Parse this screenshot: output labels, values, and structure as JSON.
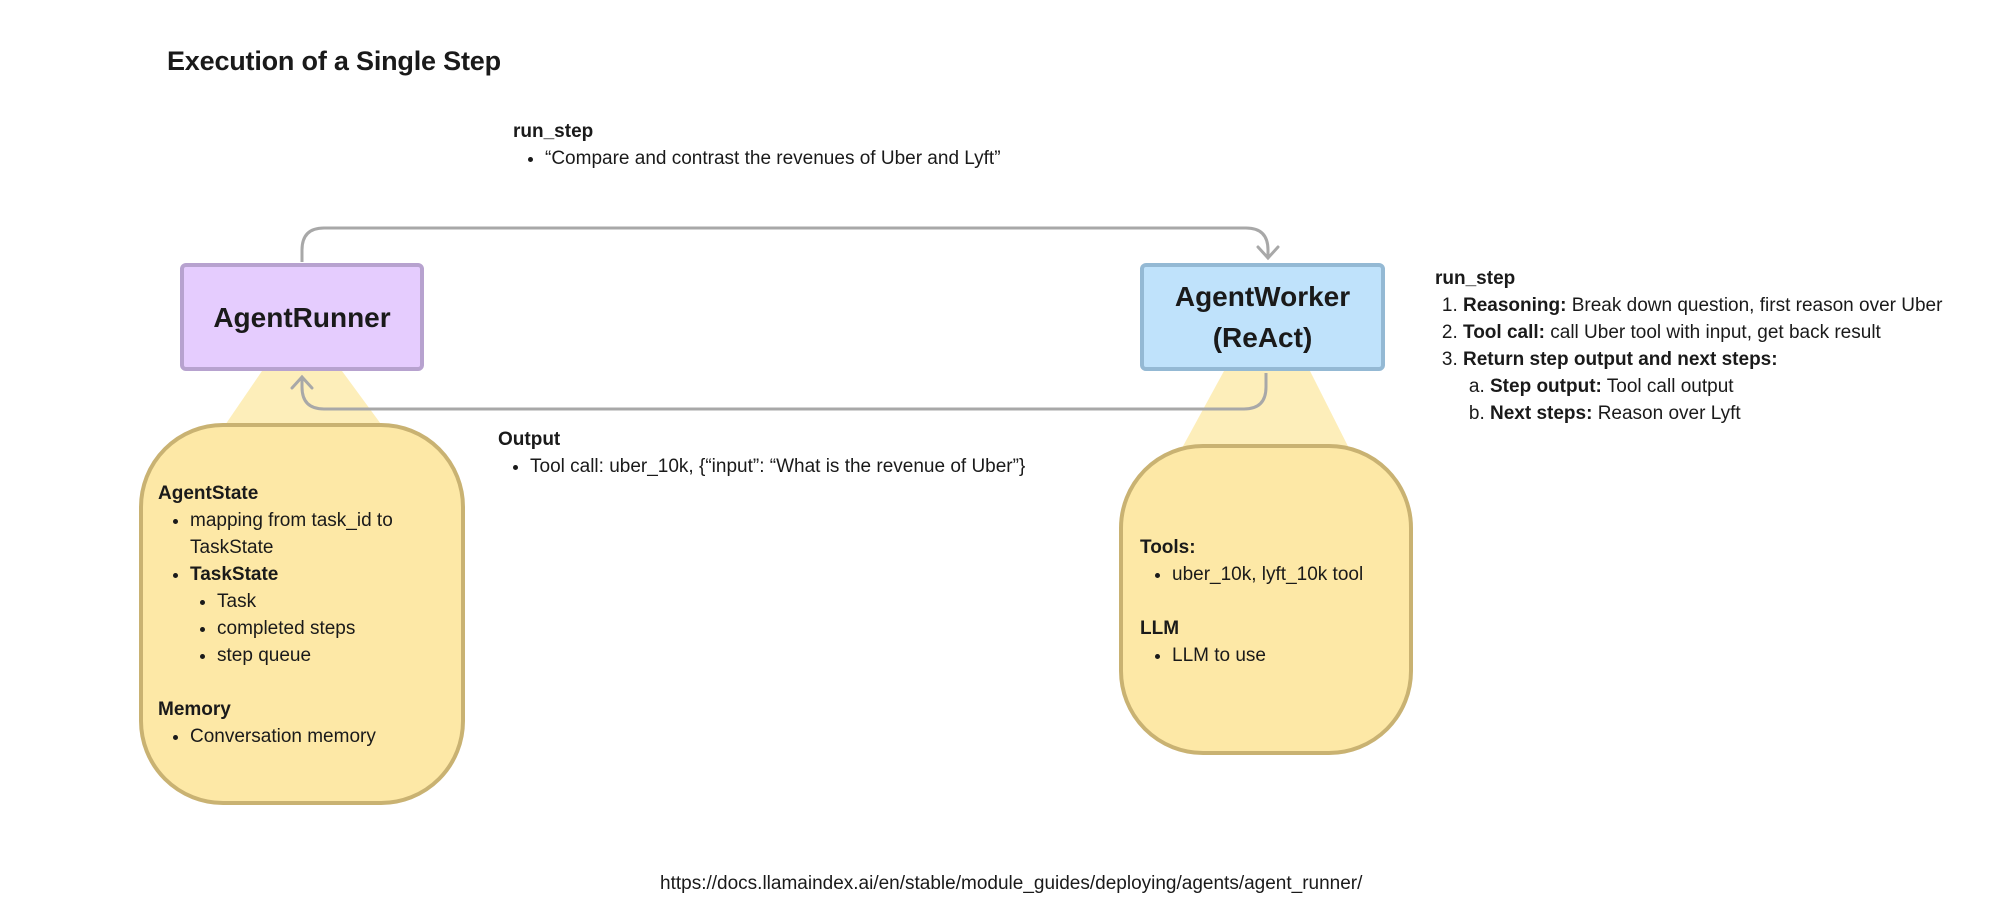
{
  "title": "Execution of a Single Step",
  "nodes": {
    "runner": "AgentRunner",
    "worker_line1": "AgentWorker",
    "worker_line2": "(ReAct)"
  },
  "top_note": {
    "heading": "run_step",
    "items": [
      "“Compare and contrast the revenues of Uber and Lyft”"
    ]
  },
  "output_note": {
    "heading": "Output",
    "items": [
      "Tool call: uber_10k, {“input”: “What is the revenue of Uber”}"
    ]
  },
  "runner_bubble": {
    "state_heading": "AgentState",
    "mapping": "mapping from task_id to TaskState",
    "taskstate": "TaskState",
    "task_items": [
      "Task",
      "completed steps",
      "step queue"
    ],
    "memory_heading": "Memory",
    "memory_items": [
      "Conversation memory"
    ]
  },
  "worker_bubble": {
    "tools_heading": "Tools:",
    "tools_items": [
      "uber_10k, lyft_10k tool"
    ],
    "llm_heading": "LLM",
    "llm_items": [
      "LLM to use"
    ]
  },
  "step_note": {
    "heading": "run_step",
    "steps": [
      {
        "label": "Reasoning:",
        "text": " Break down question, first reason over Uber"
      },
      {
        "label": "Tool call:",
        "text": " call Uber tool with input, get back result"
      },
      {
        "label": "Return step output and next steps:",
        "text": ""
      }
    ],
    "substeps": [
      {
        "label": "Step output:",
        "text": " Tool call output"
      },
      {
        "label": "Next steps:",
        "text": " Reason over Lyft"
      }
    ]
  },
  "url": "https://docs.llamaindex.ai/en/stable/module_guides/deploying/agents/agent_runner/",
  "colors": {
    "runner_fill": "#e5ccfe",
    "worker_fill": "#bfe2fb",
    "bubble_fill": "#fde8a6",
    "bubble_stroke": "#c9b272",
    "connector": "#a8a8a8"
  }
}
